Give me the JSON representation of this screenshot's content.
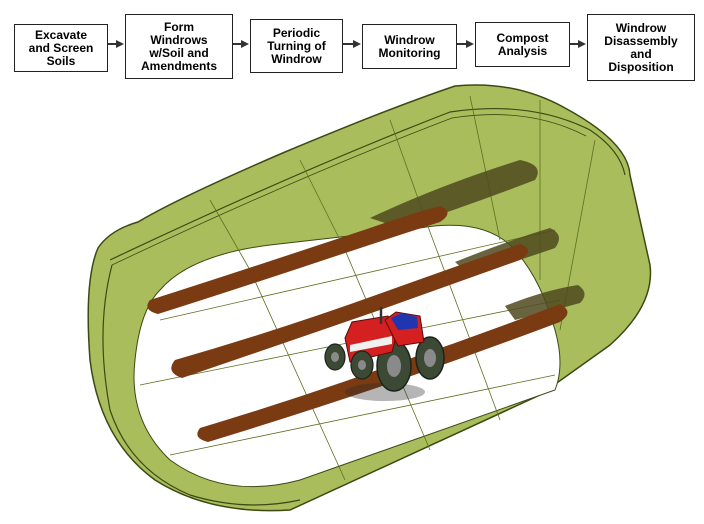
{
  "process_steps": [
    {
      "id": "excavate",
      "label": "Excavate\nand Screen\nSoils"
    },
    {
      "id": "form",
      "label": "Form\nWindrows\nw/Soil and\nAmendments"
    },
    {
      "id": "turning",
      "label": "Periodic\nTurning of\nWindrow"
    },
    {
      "id": "monitoring",
      "label": "Windrow\nMonitoring"
    },
    {
      "id": "analysis",
      "label": "Compost\nAnalysis"
    },
    {
      "id": "disassembly",
      "label": "Windrow\nDisassembly\nand\nDisposition"
    }
  ],
  "colors": {
    "box_border": "#222222",
    "arrow": "#333333",
    "enclosure_fill": "#a9bd5c",
    "enclosure_stroke": "#3b4a14",
    "floor": "#ffffff",
    "windrow": "#7a3a12",
    "windrow_shadow": "#4f4a1e",
    "tractor_body": "#d42020",
    "tractor_cab": "#2035b0",
    "tire": "#3c4a35"
  },
  "illustration": {
    "subject": "windrow-composting-enclosure",
    "equipment": "tractor-icon",
    "windrow_count": 3
  }
}
